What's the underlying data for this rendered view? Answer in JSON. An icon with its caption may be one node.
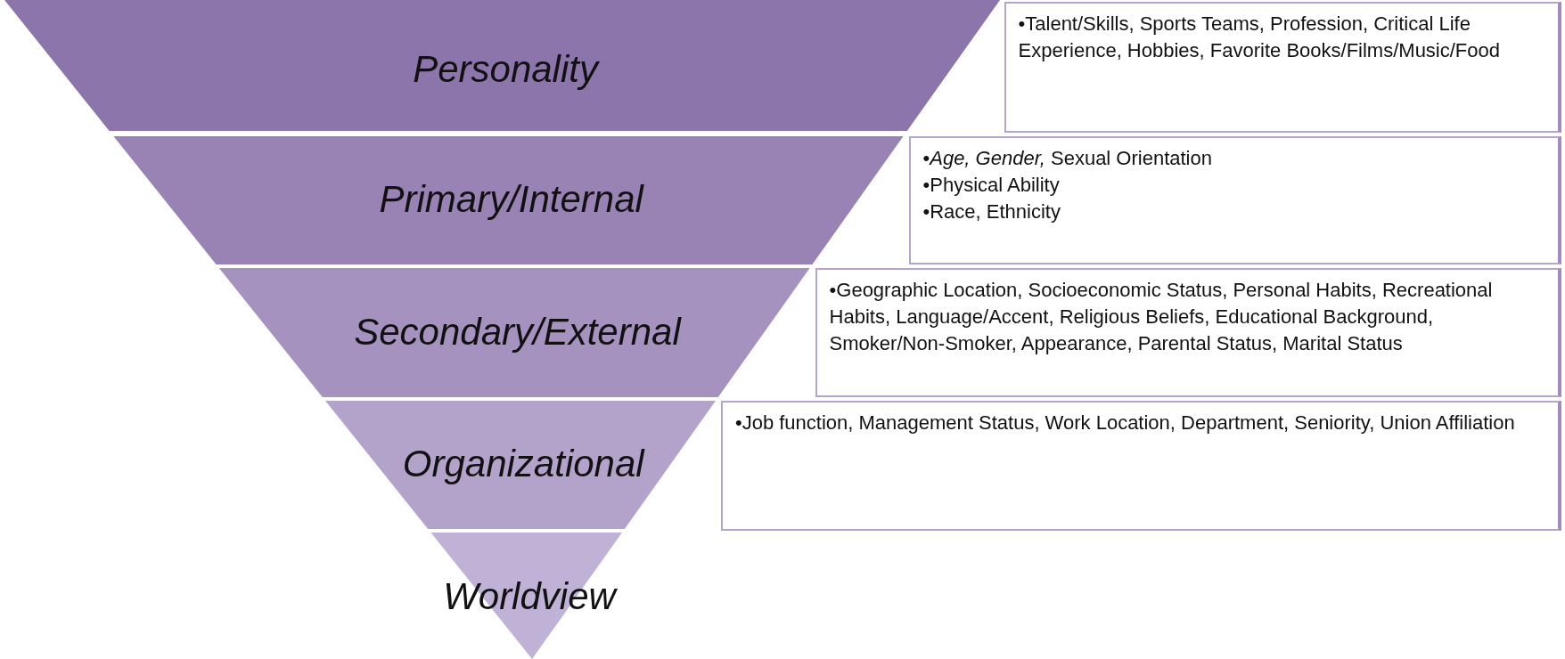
{
  "diagram": {
    "nodes": [
      {
        "text": [
          "Personality"
        ]
      },
      {
        "text": [
          "•Talent/Skills, Sports Teams, Profession, Critical Life Experience, Hobbies, Favorite Books/Films/Music/Food"
        ]
      },
      {
        "text": [
          "Primary/Internal"
        ]
      },
      {
        "text": [
          "•*Age, Gender,* Sexual Orientation",
          "•Physical Ability",
          "•Race, Ethnicity"
        ]
      },
      {
        "text": [
          "Secondary/External"
        ]
      },
      {
        "text": [
          "•Geographic Location, Socioeconomic Status,  Personal Habits, Recreational Habits, Language/Accent, Religious Beliefs, Educational Background, Smoker/Non-Smoker, Appearance, Parental Status, Marital Status"
        ]
      },
      {
        "text": [
          "Organizational"
        ]
      },
      {
        "text": [
          "•Job function, Management Status, Work Location, Department, Seniority, Union Affiliation"
        ]
      },
      {
        "text": [
          "Worldview"
        ]
      }
    ]
  }
}
